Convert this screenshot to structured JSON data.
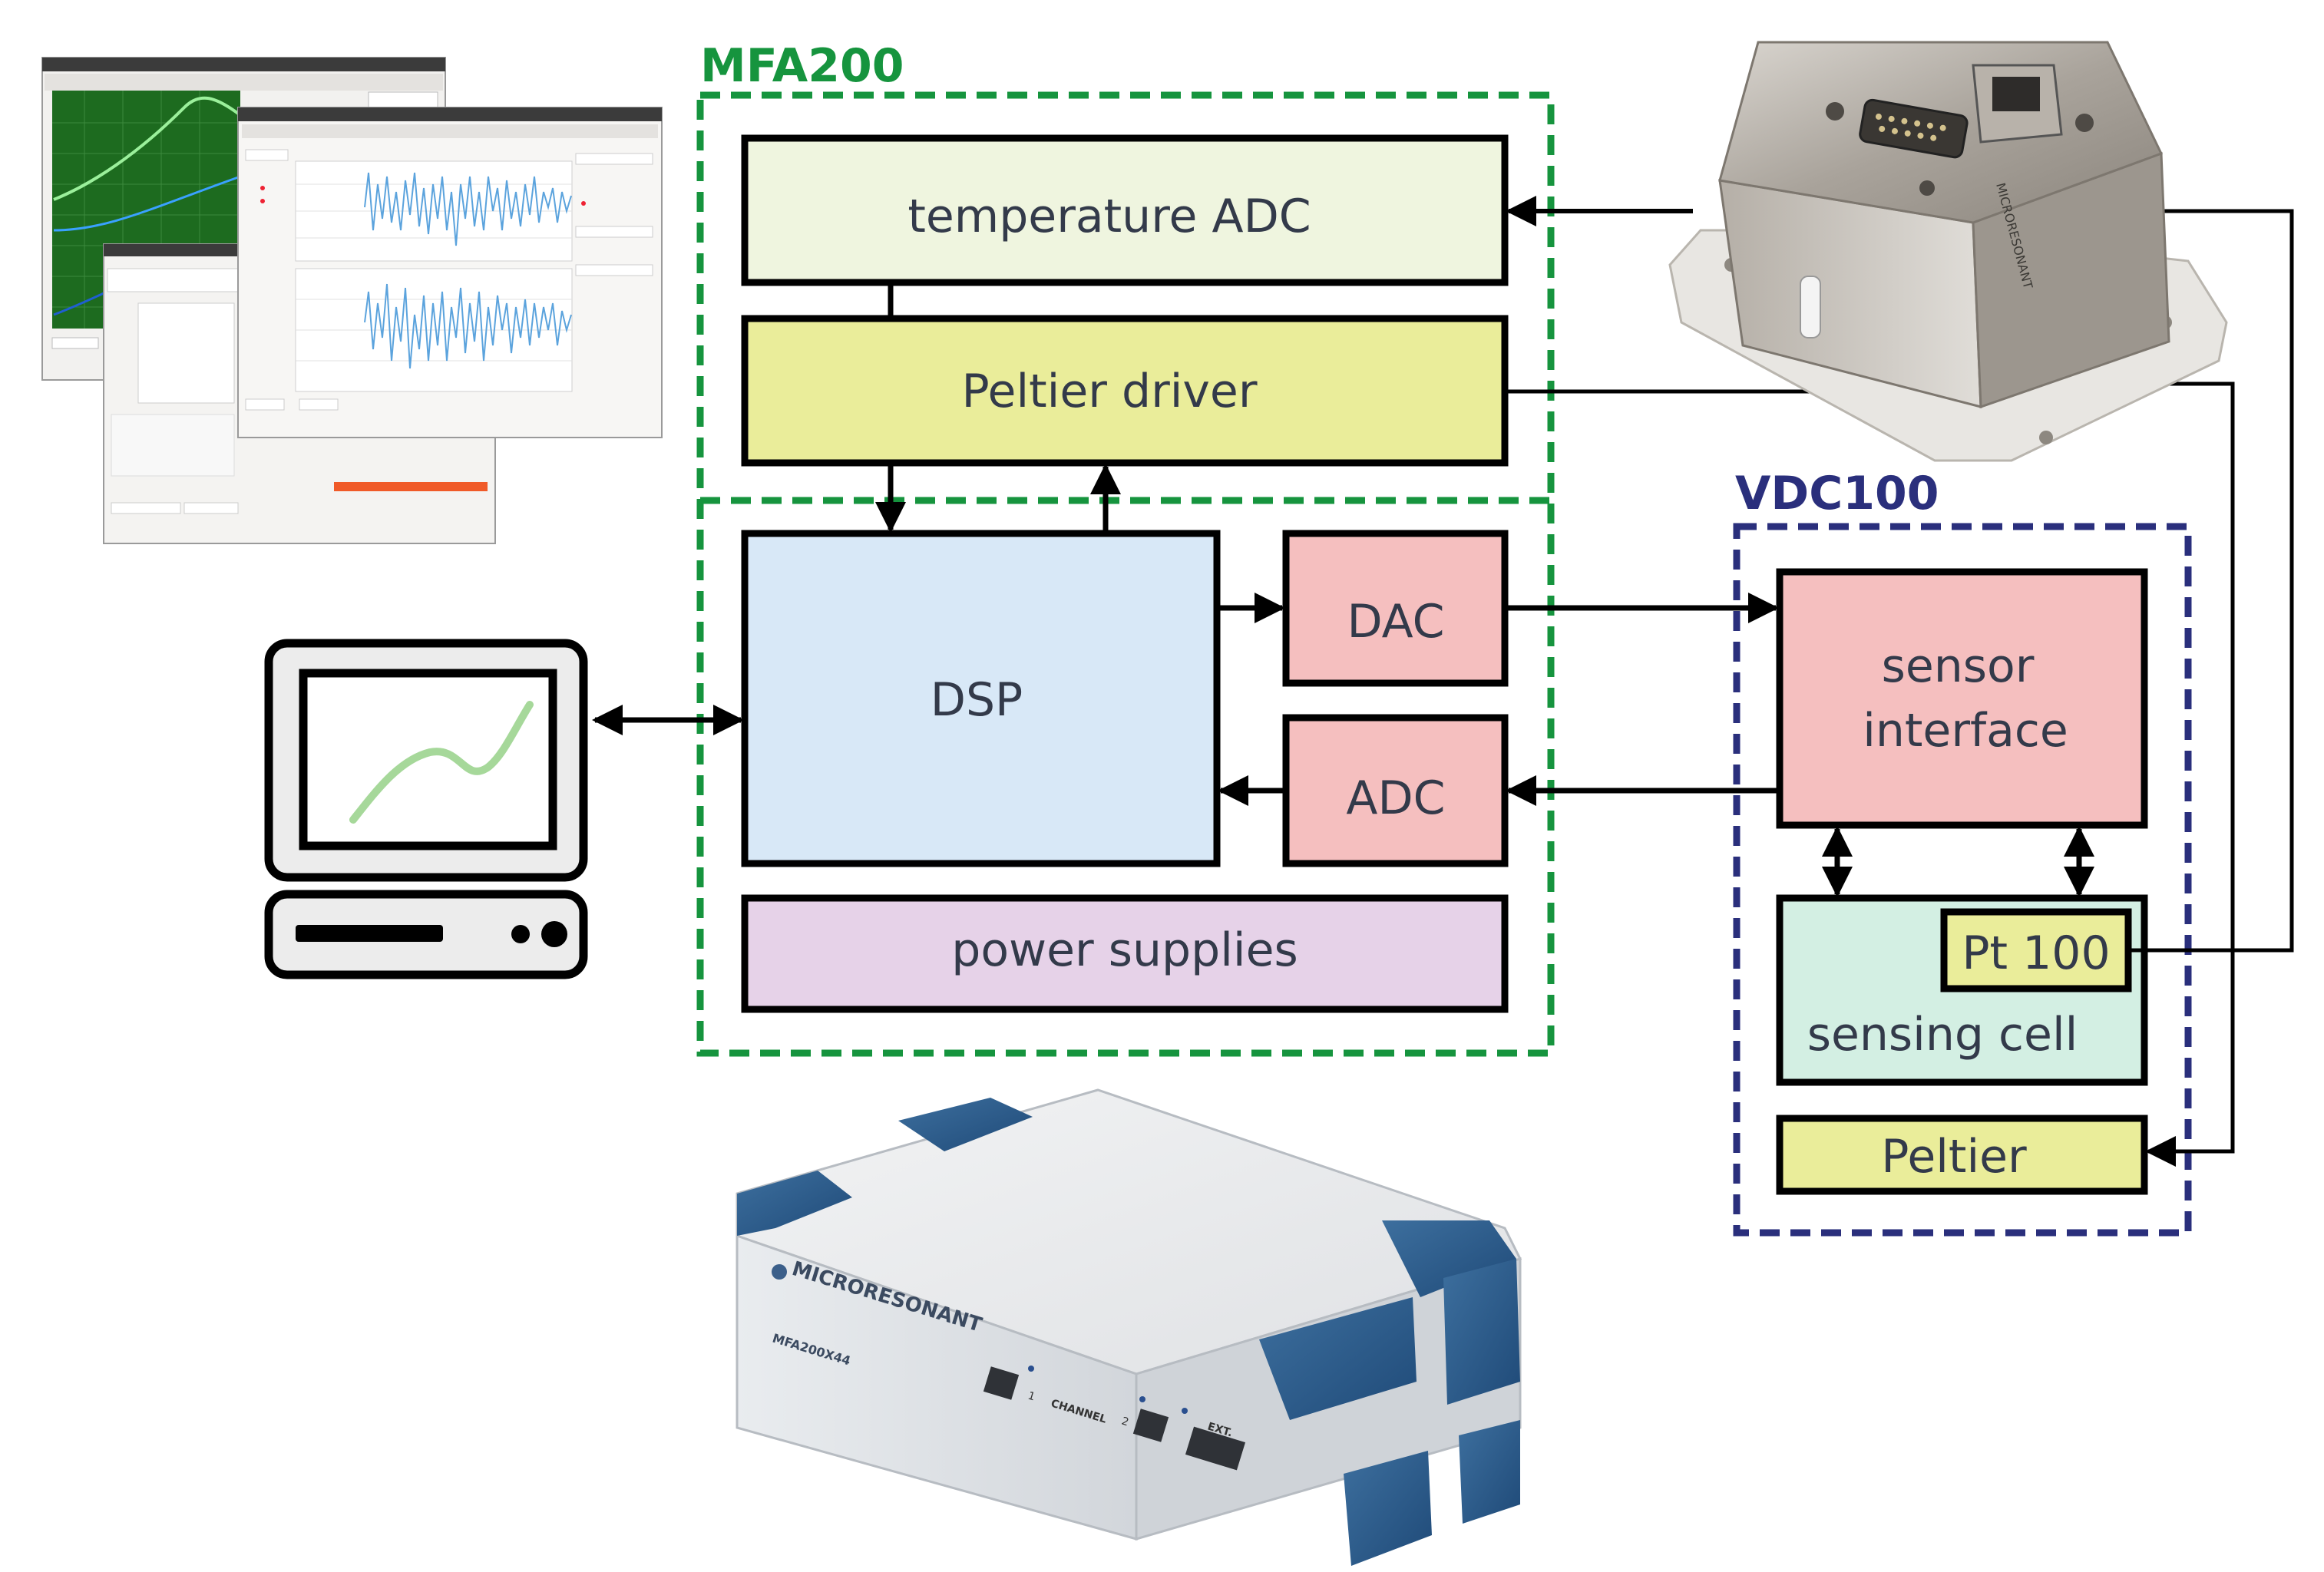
{
  "groups": {
    "mfa": {
      "label": "MFA200",
      "color": "#16943e"
    },
    "vdc": {
      "label": "VDC100",
      "color": "#2a2f7c"
    }
  },
  "blocks": {
    "temperature_adc": {
      "label": "temperature ADC",
      "fill": "#eff5df"
    },
    "peltier_driver": {
      "label": "Peltier driver",
      "fill": "#eaed9a"
    },
    "dsp": {
      "label": "DSP",
      "fill": "#d8e8f7"
    },
    "dac": {
      "label": "DAC",
      "fill": "#f5bfbf"
    },
    "adc": {
      "label": "ADC",
      "fill": "#f5bfbf"
    },
    "power_supplies": {
      "label": "power supplies",
      "fill": "#e6d2e8"
    },
    "sensor_interface": {
      "line1": "sensor",
      "line2": "interface",
      "fill": "#f5bfbf"
    },
    "sensing_cell": {
      "label": "sensing cell",
      "fill": "#d3efe3"
    },
    "pt100": {
      "label": "Pt 100",
      "fill": "#eaed9a"
    },
    "peltier": {
      "label": "Peltier",
      "fill": "#eaed9a"
    }
  },
  "device": {
    "brand": "MICRORESONANT",
    "model": "MFA200X44",
    "port1": "1",
    "port2": "2",
    "channel": "CHANNEL",
    "ext": "EXT."
  },
  "sensor_module": {
    "engraved": "MICRORESONANT"
  },
  "icons": [
    "computer-icon",
    "plot-line-icon",
    "software-screenshots"
  ]
}
